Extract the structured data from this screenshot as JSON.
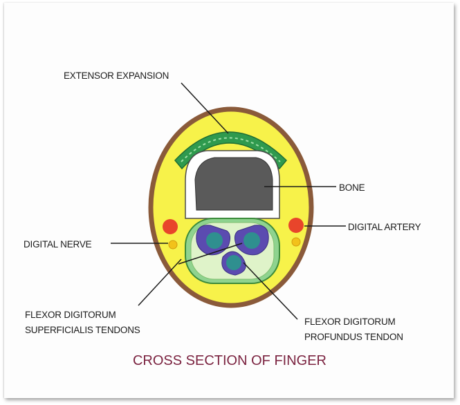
{
  "labels": {
    "extensor_expansion": "EXTENSOR EXPANSION",
    "bone": "BONE",
    "digital_artery": "DIGITAL ARTERY",
    "digital_nerve": "DIGITAL NERVE",
    "fds_line1": "FLEXOR DIGITORUM",
    "fds_line2": "SUPERFICIALIS TENDONS",
    "fdp_line1": "FLEXOR DIGITORUM",
    "fdp_line2": "PROFUNDUS TENDON"
  },
  "caption": "CROSS SECTION OF FINGER",
  "colors": {
    "outer_border": "#8a5a3a",
    "skin_fill": "#f7f24a",
    "extensor_green": "#2f9a4e",
    "bone_fill": "#5a5a5a",
    "sheath_green": "#8fd38f",
    "tendon_purple": "#5b4bb0",
    "tendon_core": "#2f8f8f",
    "artery": "#e8452b",
    "nerve": "#f2c21a",
    "caption": "#7b2340"
  }
}
